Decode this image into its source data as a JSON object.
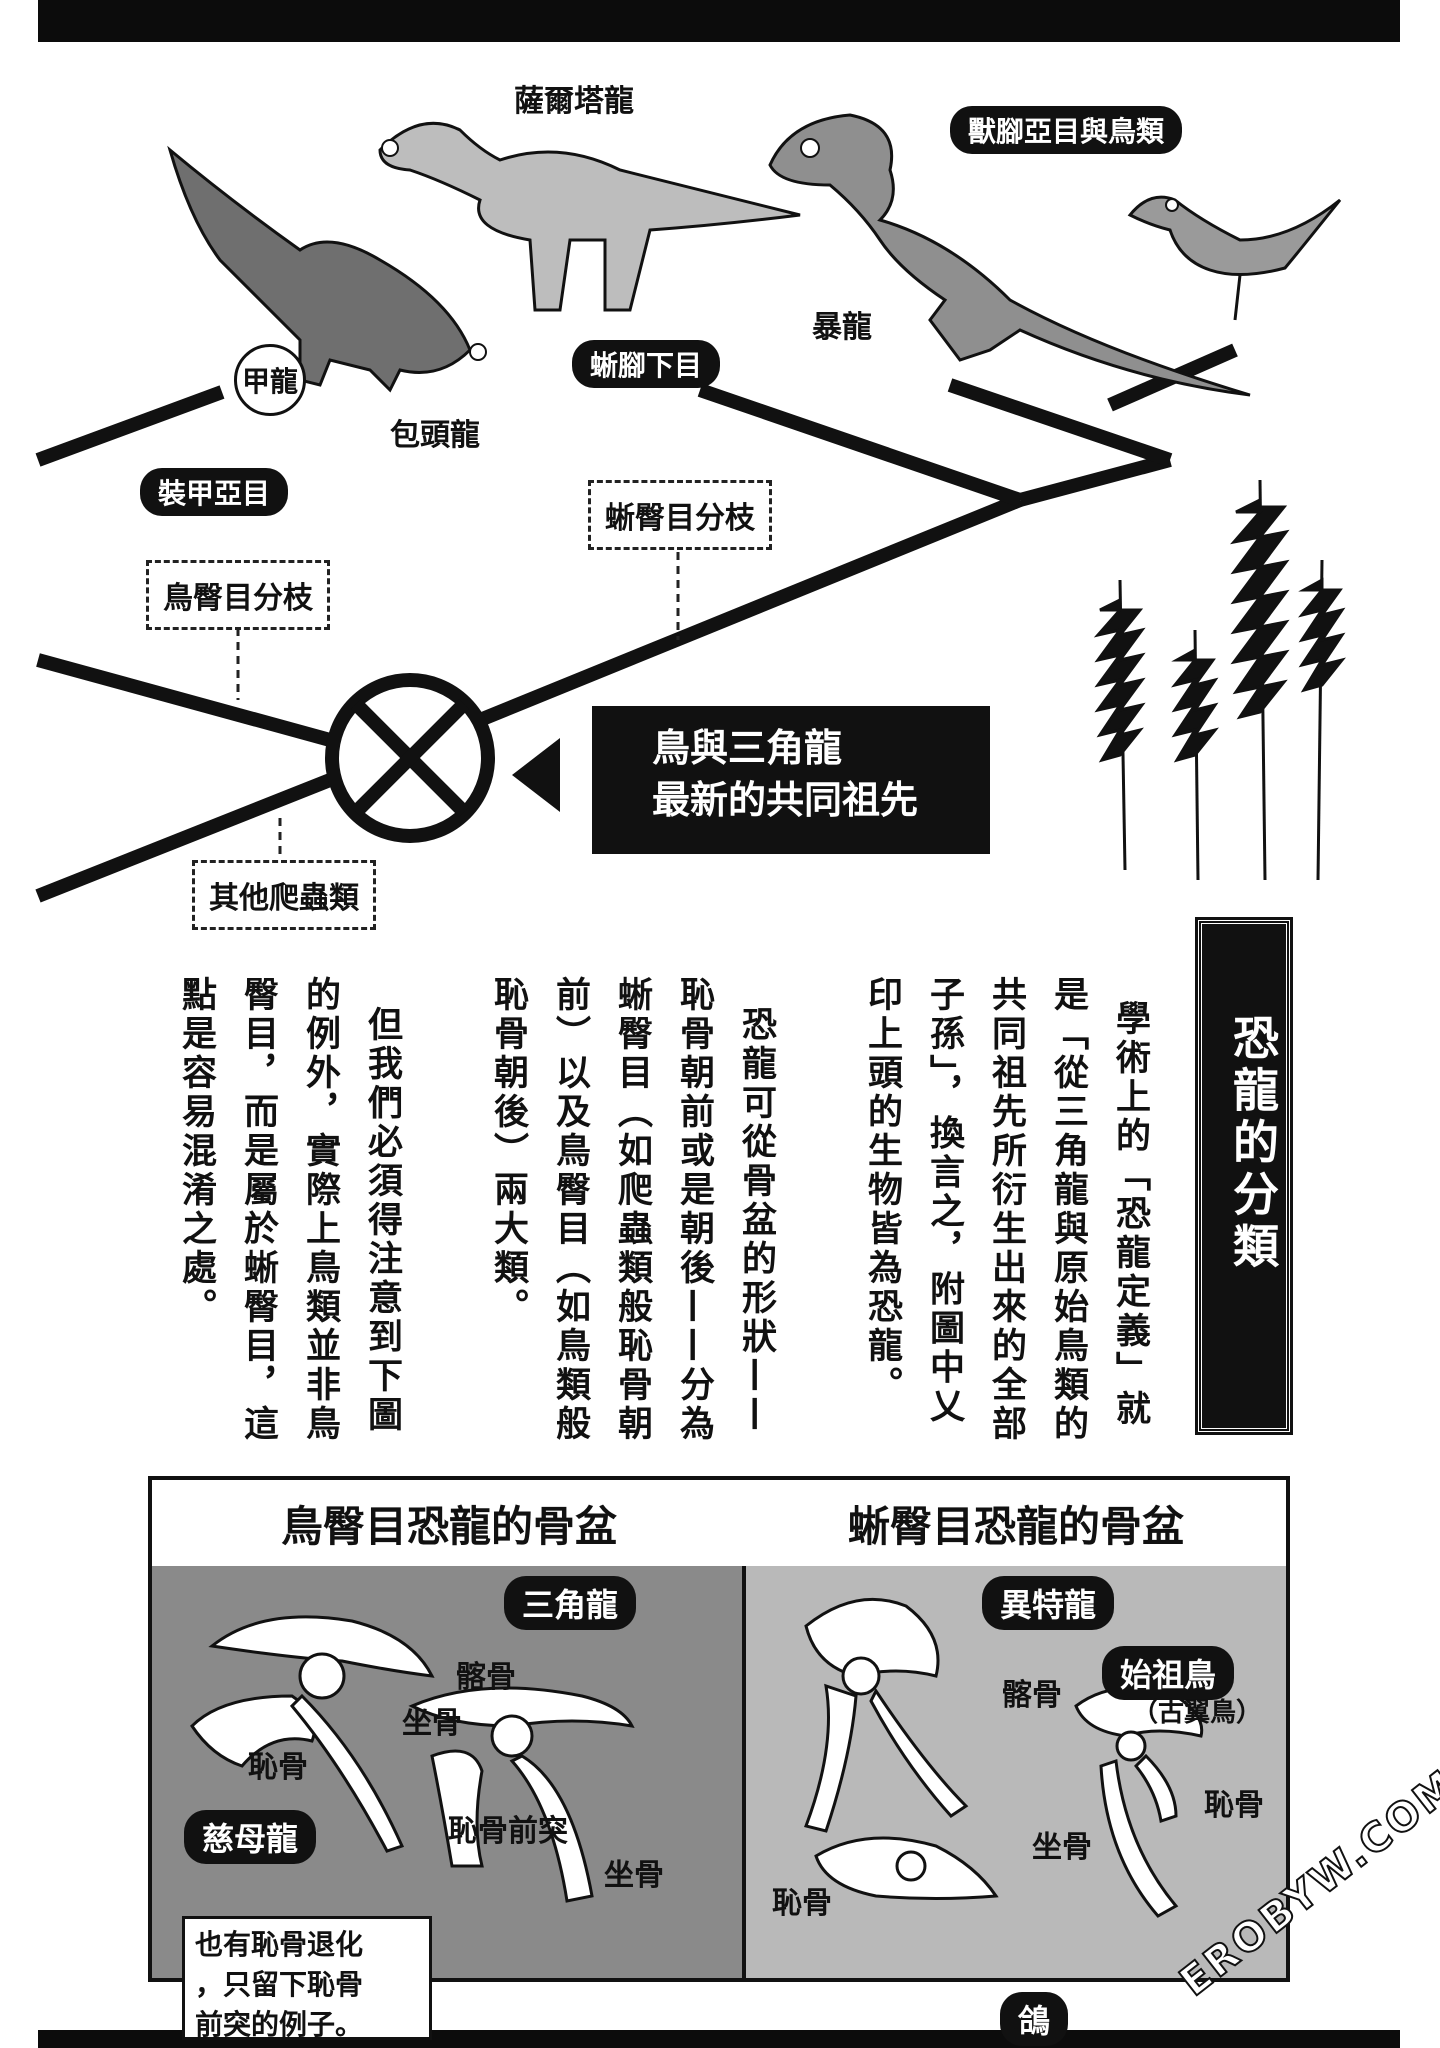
{
  "tree": {
    "saltasaurus": "薩爾塔龍",
    "theropod_bird": "獸腳亞目與鳥類",
    "tyrannosaurus": "暴龍",
    "ankylosaurus_badge": "甲龍",
    "euoplocephalus": "包頭龍",
    "sauropod_pill": "蜥腳下目",
    "thyreophora_pill": "裝甲亞目",
    "saurischia_branch": "蜥臀目分枝",
    "ornithischia_branch": "鳥臀目分枝",
    "other_reptiles": "其他爬蟲類",
    "ancestor_line1": "鳥與三角龍",
    "ancestor_line2": "最新的共同祖先"
  },
  "section": {
    "title": "恐龍的分類",
    "columns": [
      "學術上的「恐龍定義」就",
      "是「從三角龍與原始鳥類的",
      "共同祖先所衍生出來的全部",
      "子孫」，換言之，附圖中乂",
      "印上頭的生物皆為恐龍。",
      "",
      "恐龍可從骨盆的形狀——",
      "恥骨朝前或是朝後——分為",
      "蜥臀目（如爬蟲類般恥骨朝",
      "前）以及鳥臀目（如鳥類般",
      "恥骨朝後）兩大類。",
      "",
      "但我們必須得注意到下圖",
      "的例外，實際上鳥類並非鳥",
      "臀目，而是屬於蜥臀目，這",
      "點是容易混淆之處。"
    ]
  },
  "pelvis": {
    "left_title": "鳥臀目恐龍的骨盆",
    "right_title": "蜥臀目恐龍的骨盆",
    "triceratops": "三角龍",
    "ilium_l": "髂骨",
    "ischium_l": "坐骨",
    "pubis_l": "恥骨",
    "maiasaura": "慈母龍",
    "prepubis": "恥骨前突",
    "ischium_l2": "坐骨",
    "allosaurus": "異特龍",
    "archaeopteryx": "始祖鳥",
    "archaeopteryx_alt": "（古翼鳥）",
    "ilium_r": "髂骨",
    "pubis_r": "恥骨",
    "ischium_r": "坐骨",
    "pubis_r2": "恥骨",
    "pigeon": "鴿",
    "note_lines": [
      "也有恥骨退化",
      "，只留下恥骨",
      "前突的例子。"
    ]
  },
  "watermark": "EROBYW.COM"
}
